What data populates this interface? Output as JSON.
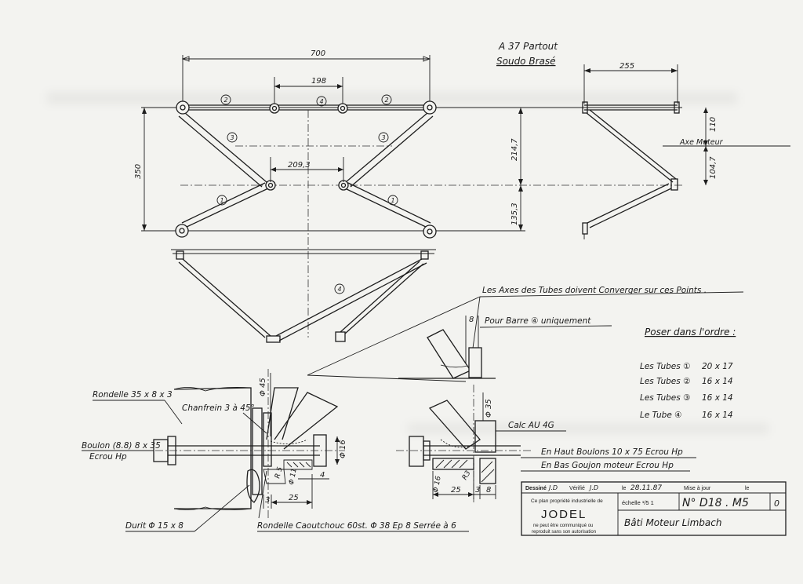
{
  "header": {
    "material_line1": "A 37 Partout",
    "material_line2": "Soudo Brasé"
  },
  "front_view": {
    "dim_width": "700",
    "dim_top_inner": "198",
    "dim_mid_inner": "209,3",
    "dim_height": "350",
    "dim_upper": "214,7",
    "dim_lower": "135,3",
    "tube_labels": [
      "1",
      "1",
      "2",
      "2",
      "3",
      "3",
      "4"
    ]
  },
  "side_view": {
    "dim_width": "255",
    "dim_upper": "110",
    "dim_lower": "104,7",
    "axis_label": "Axe Moteur"
  },
  "bottom_view": {
    "tube_label": "4"
  },
  "notes": {
    "converge": "Les Axes des Tubes doivent Converger sur ces Points .",
    "barre4": "Pour Barre ④ uniquement",
    "dim_8_top": "8"
  },
  "detail_left": {
    "rondelle": "Rondelle 35 x 8 x 3",
    "chanfrein": "Chanfrein 3 à 45°",
    "diam45": "Φ 45",
    "boulon": "Boulon (8.8) 8 x 35",
    "ecrou": "Ecrou Hp",
    "diam16": "Φ 16",
    "diam11": "Φ 11",
    "r5": "R 5",
    "dim4": "4",
    "dim3": "3",
    "dim25": "25",
    "durit": "Durit Φ 15 x 8",
    "rondelle_caout": "Rondelle Caoutchouc 60st. Φ 38 Ep 8 Serrée à 6"
  },
  "detail_right": {
    "diam35": "Φ 35",
    "cale": "Calc AU 4G",
    "boulons_haut": "En Haut Boulons 10 x 75 Ecrou Hp",
    "goujon_bas": "En Bas Goujon moteur Ecrou Hp",
    "diam16": "Φ 16",
    "r3": "R3",
    "dim25": "25",
    "dim3": "3",
    "dim8": "8"
  },
  "order_list": {
    "title": "Poser dans l'ordre :",
    "items": [
      {
        "label": "Les Tubes ①",
        "size": "20 x 17"
      },
      {
        "label": "Les Tubes ②",
        "size": "16 x 14"
      },
      {
        "label": "Les Tubes ③",
        "size": "16 x 14"
      },
      {
        "label": "Le Tube ④",
        "size": "16 x 14"
      }
    ]
  },
  "title_block": {
    "dessine": "Dessiné",
    "dessine_val": "J.D",
    "verifie": "Vérifié",
    "verifie_val": "J.D",
    "date_label": "le",
    "date_val": "28.11.87",
    "mise_a_jour": "Mise à jour",
    "le2": "le",
    "propriete": "Ce plan propriété industrielle de",
    "company": "JODEL",
    "disclaimer1": "ne peut être communiqué ou",
    "disclaimer2": "reproduit sans son autorisation",
    "echelle": "échelle ¹/5 1",
    "drawing_no": "N° D18 . M5",
    "revision": "0",
    "title": "Bâti Moteur Limbach"
  }
}
